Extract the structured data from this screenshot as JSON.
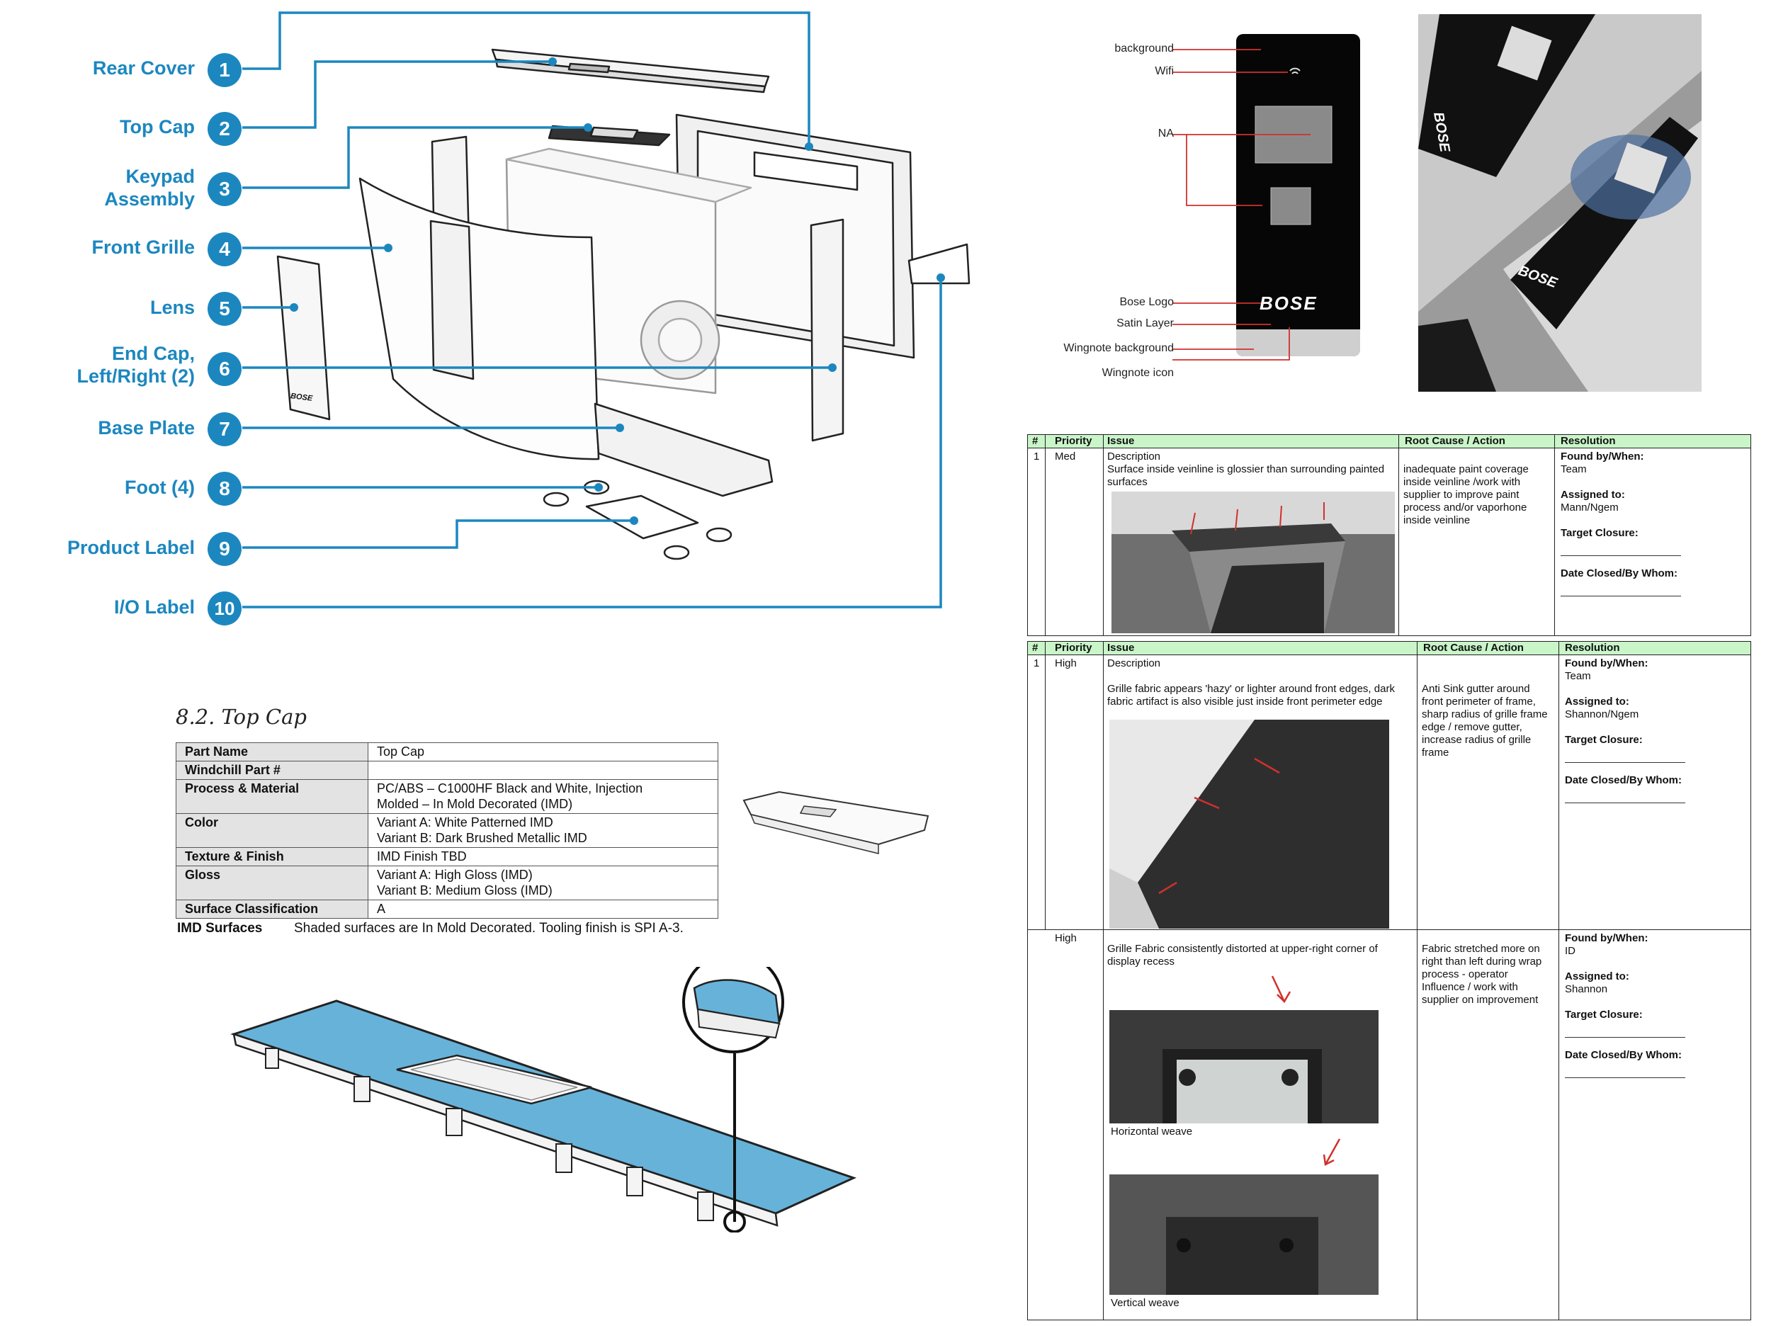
{
  "exploded": {
    "callouts": [
      {
        "label": "Rear Cover",
        "num": "1"
      },
      {
        "label": "Top Cap",
        "num": "2"
      },
      {
        "label": "Keypad\nAssembly",
        "num": "3"
      },
      {
        "label": "Front Grille",
        "num": "4"
      },
      {
        "label": "Lens",
        "num": "5"
      },
      {
        "label": "End Cap,\nLeft/Right (2)",
        "num": "6"
      },
      {
        "label": "Base Plate",
        "num": "7"
      },
      {
        "label": "Foot (4)",
        "num": "8"
      },
      {
        "label": "Product Label",
        "num": "9"
      },
      {
        "label": "I/O Label",
        "num": "10"
      }
    ],
    "lens_logo": "BOSE",
    "colors": {
      "callout": "#1c87bf"
    }
  },
  "spec": {
    "title": "8.2.  Top Cap",
    "rows": [
      {
        "key": "Part Name",
        "value": "Top Cap"
      },
      {
        "key": "Windchill Part #",
        "value": ""
      },
      {
        "key": "Process & Material",
        "value": "PC/ABS – C1000HF Black and White, Injection\nMolded – In Mold Decorated (IMD)"
      },
      {
        "key": "Color",
        "value": "Variant A:  White Patterned IMD\nVariant B:  Dark Brushed Metallic IMD"
      },
      {
        "key": "Texture & Finish",
        "value": "IMD Finish TBD"
      },
      {
        "key": "Gloss",
        "value": "Variant A:  High Gloss (IMD)\nVariant B:  Medium Gloss (IMD)"
      },
      {
        "key": "Surface Classification",
        "value": "A"
      }
    ],
    "note_label": "IMD Surfaces",
    "note_text": "Shaded surfaces are In Mold Decorated.  Tooling finish is SPI A-3.",
    "colors": {
      "imd_surface": "#67b2d9"
    }
  },
  "layers": {
    "labels": [
      "background",
      "Wifi",
      "NA",
      "Bose Logo",
      "Satin Layer",
      "Wingnote background",
      "Wingnote icon"
    ],
    "logo": "BOSE",
    "colors": {
      "leader": "#d0312d"
    }
  },
  "photo": {
    "logo": "BOSE"
  },
  "issues": {
    "headers": [
      "#",
      "Priority",
      "Issue",
      "Root Cause / Action",
      "Resolution"
    ],
    "header_color": "#c9f5c9",
    "table1": {
      "num": "1",
      "priority": "Med",
      "issue": "Description\nSurface inside veinline is glossier than surrounding painted surfaces",
      "root": "inadequate paint coverage inside veinline /work with supplier to improve paint process and/or vaporhone inside veinline",
      "found_label": "Found by/When:",
      "found": "Team",
      "assigned_label": "Assigned to:",
      "assigned": "Mann/Ngem",
      "target_label": "Target Closure:",
      "closed_label": "Date Closed/By Whom:"
    },
    "table2": {
      "row1": {
        "num": "1",
        "priority": "High",
        "issue": "Description\n\nGrille fabric appears 'hazy' or lighter around front edges, dark fabric artifact is also visible just inside front perimeter edge",
        "root": "Anti Sink gutter around front perimeter of frame, sharp radius of grille frame edge / remove gutter, increase radius of grille frame",
        "found_label": "Found by/When:",
        "found": "Team",
        "assigned_label": "Assigned to:",
        "assigned": "Shannon/Ngem",
        "target_label": "Target Closure:",
        "closed_label": "Date Closed/By Whom:"
      },
      "row2": {
        "priority": "High",
        "issue": "Grille Fabric consistently distorted at upper-right corner of display recess",
        "root": "Fabric stretched more on right than left during wrap process - operator Influence / work with supplier on improvement",
        "caption1": "Horizontal weave",
        "caption2": "Vertical weave",
        "found_label": "Found by/When:",
        "found": "ID",
        "assigned_label": "Assigned to:",
        "assigned": "Shannon",
        "target_label": "Target Closure:",
        "closed_label": "Date Closed/By Whom:"
      }
    }
  }
}
